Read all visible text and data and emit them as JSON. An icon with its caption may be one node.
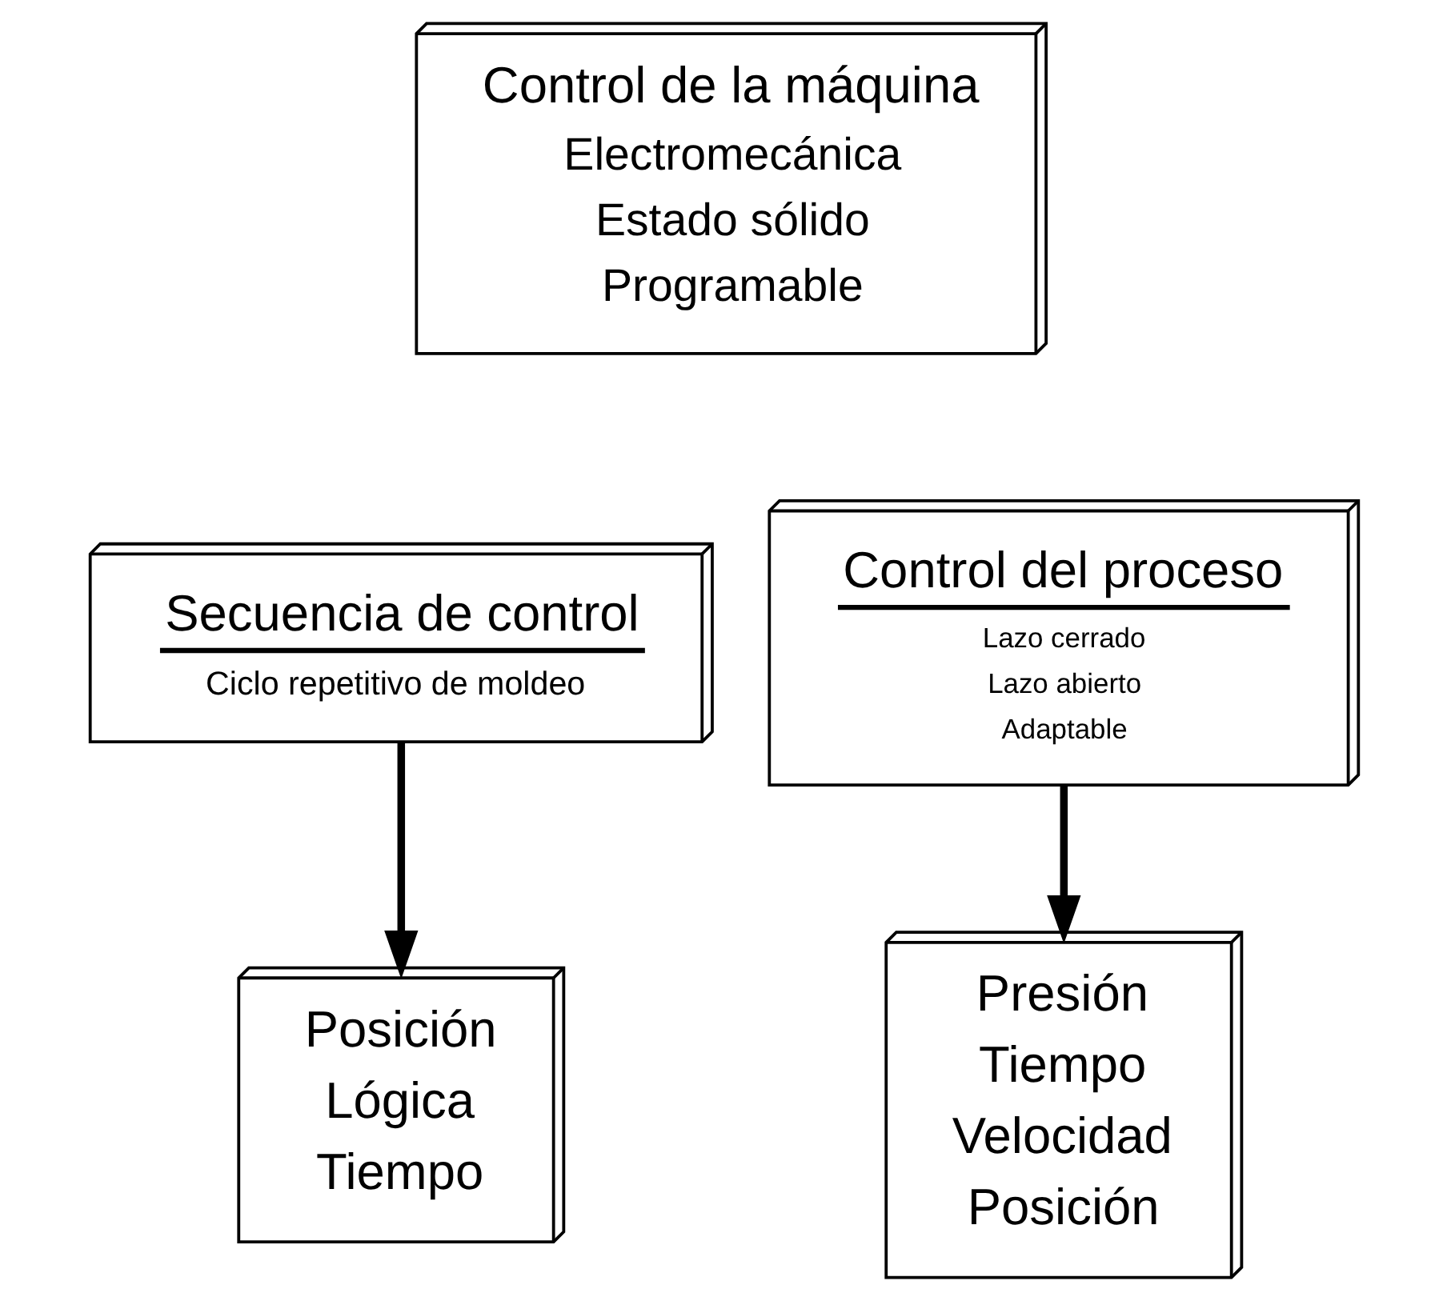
{
  "diagram": {
    "nodes": [
      {
        "text": [
          "Control de la máquina",
          "Electromecánica",
          "Estado sólido",
          "Programable"
        ]
      },
      {
        "text": [
          "Secuencia de control",
          "Ciclo repetitivo de moldeo"
        ]
      },
      {
        "text": [
          "Control del proceso",
          "Lazo cerrado",
          "Lazo abierto",
          "Adaptable"
        ]
      },
      {
        "text": [
          "Posición",
          "Lógica",
          "Tiempo"
        ]
      },
      {
        "text": [
          "Presión",
          "Tiempo",
          "Velocidad",
          "Posición"
        ]
      }
    ],
    "edges": [
      {
        "from": 1,
        "to": 3,
        "arrow": "to"
      },
      {
        "from": 2,
        "to": 4,
        "arrow": "to"
      }
    ]
  }
}
